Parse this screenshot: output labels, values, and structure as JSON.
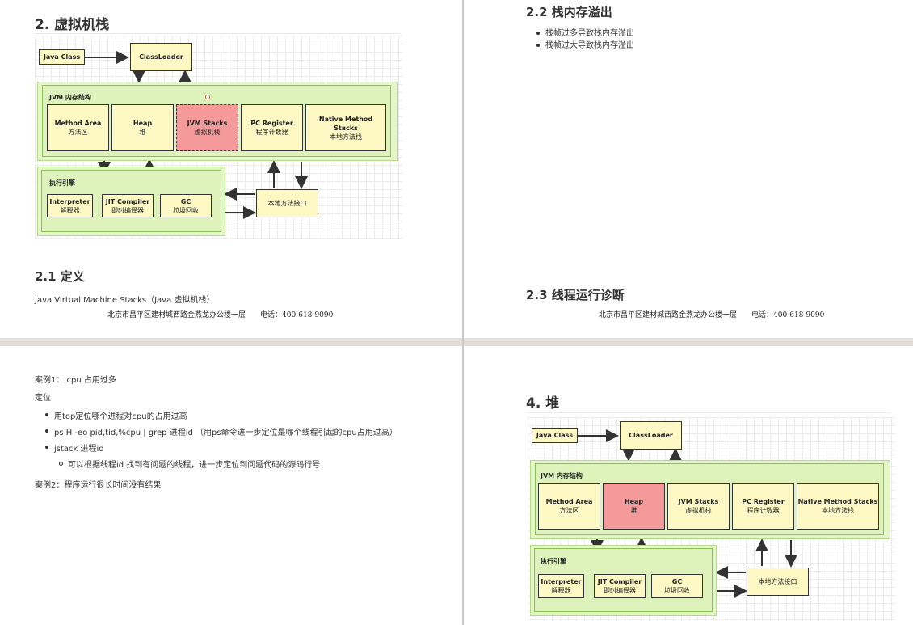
{
  "page1": {
    "heading": "2. 虚拟机栈",
    "sub_heading": "2.1 定义",
    "definition": "Java Virtual Machine Stacks（Java 虚拟机栈）",
    "footer": "北京市昌平区建材城西路金燕龙办公楼一层　　电话：400-618-9090"
  },
  "page2": {
    "heading": "2.2 栈内存溢出",
    "bullets": [
      "栈帧过多导致栈内存溢出",
      "栈帧过大导致栈内存溢出"
    ],
    "sub_heading": "2.3 线程运行诊断",
    "footer": "北京市昌平区建材城西路金燕龙办公楼一层　　电话：400-618-9090"
  },
  "page3": {
    "case1": "案例1： cpu 占用过多",
    "locate": "定位",
    "bullets": [
      "用top定位哪个进程对cpu的占用过高",
      "ps H -eo pid,tid,%cpu | grep 进程id （用ps命令进一步定位是哪个线程引起的cpu占用过高）",
      "jstack 进程id"
    ],
    "sub_bullet": "可以根据线程id 找到有问题的线程，进一步定位到问题代码的源码行号",
    "case2": "案例2：程序运行很长时间没有结果"
  },
  "page4": {
    "heading": "4. 堆"
  },
  "diagram": {
    "java_class": "Java Class",
    "class_loader": "ClassLoader",
    "jvm_title": "JVM 内存结构",
    "areas": [
      {
        "en": "Method Area",
        "zh": "方法区"
      },
      {
        "en": "Heap",
        "zh": "堆"
      },
      {
        "en": "JVM Stacks",
        "zh": "虚拟机栈"
      },
      {
        "en": "PC Register",
        "zh": "程序计数器"
      },
      {
        "en": "Native Method Stacks",
        "zh": "本地方法栈"
      }
    ],
    "engine_title": "执行引擎",
    "engine": [
      {
        "en": "Interpreter",
        "zh": "解释器"
      },
      {
        "en": "JIT Compiler",
        "zh": "即时编译器"
      },
      {
        "en": "GC",
        "zh": "垃圾回收"
      }
    ],
    "native_iface": "本地方法接口",
    "highlight_p1": "JVM Stacks",
    "highlight_p4": "Heap",
    "highlight_color": "#f59a9a",
    "box_color": "#fdf8c4",
    "panel_color": "#ddf3bb"
  }
}
